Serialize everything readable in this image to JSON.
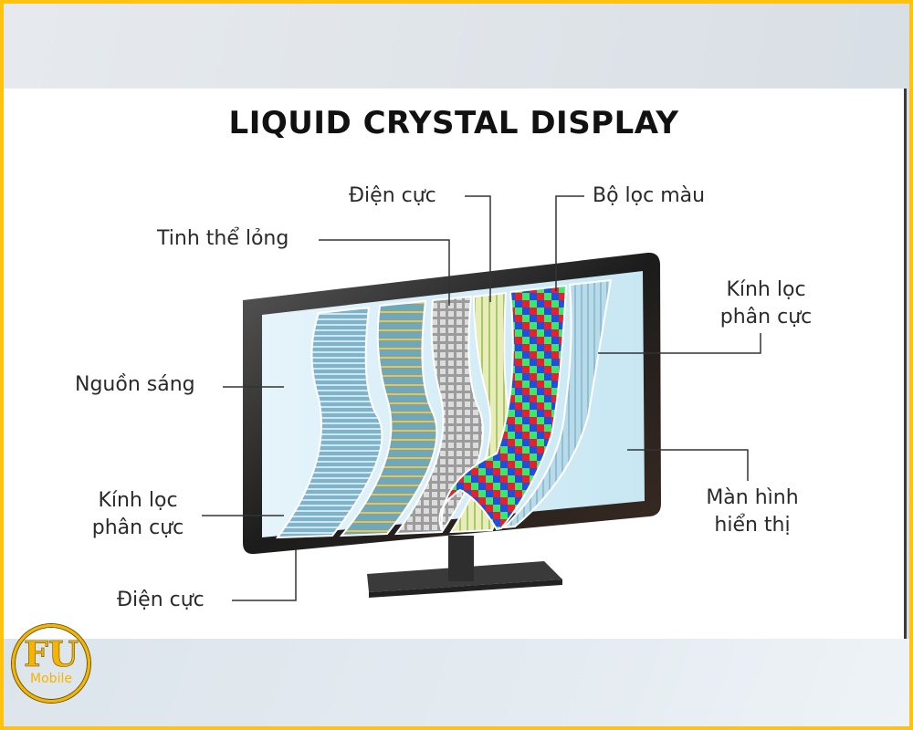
{
  "title": "LIQUID CRYSTAL DISPLAY",
  "labels": {
    "light_source": "Nguồn sáng",
    "polarizer_left_line1": "Kính lọc",
    "polarizer_left_line2": "phân cực",
    "electrode_bottom": "Điện cực",
    "liquid_crystal": "Tinh thể lỏng",
    "electrode_top": "Điện cực",
    "color_filter": "Bộ lọc màu",
    "polarizer_right_line1": "Kính lọc",
    "polarizer_right_line2": "phân cực",
    "display_screen_line1": "Màn hình",
    "display_screen_line2": "hiển thị"
  },
  "logo": {
    "brand": "FU",
    "sub": "Mobile"
  },
  "colors": {
    "frame": "#FFC20E",
    "logo_gold": "#F5B400",
    "pixel_red": "#E8202A",
    "pixel_green": "#3CE86A",
    "pixel_blue": "#1E4FE0",
    "monitor_bezel": "#2b2b2b",
    "screen_light": "#d6eef8"
  }
}
